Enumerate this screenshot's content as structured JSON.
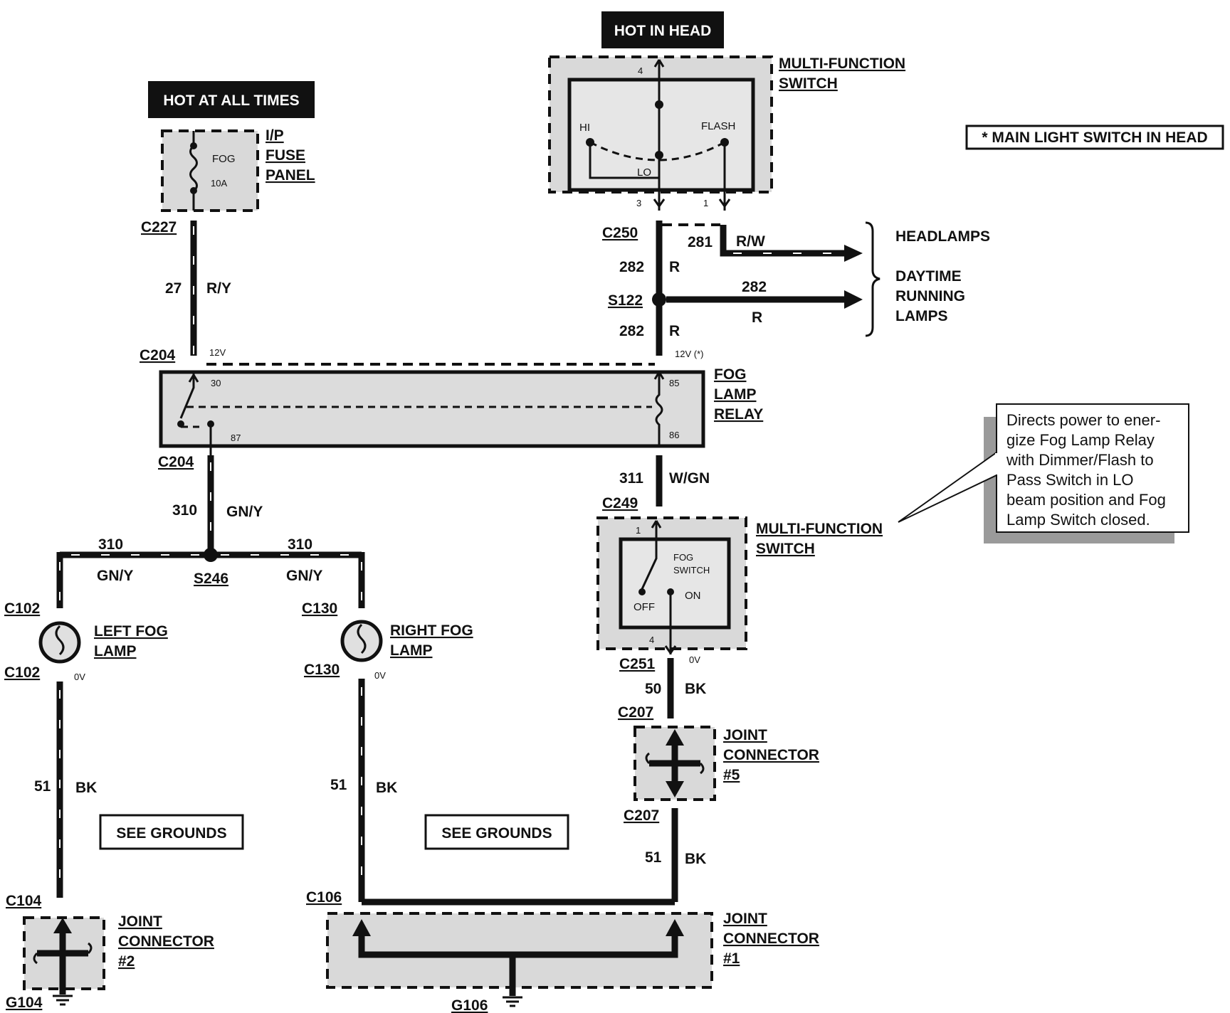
{
  "sources": {
    "hot_at_all_times": "HOT AT ALL TIMES",
    "hot_in_head": "HOT IN HEAD"
  },
  "legend": {
    "main_light_switch": "* MAIN LIGHT SWITCH IN HEAD"
  },
  "components": {
    "fuse_panel": [
      "I/P",
      "FUSE",
      "PANEL"
    ],
    "fuse_name": "FOG",
    "fuse_rating": "10A",
    "mfs_top": [
      "MULTI-FUNCTION",
      "SWITCH"
    ],
    "mfs_top_hi": "HI",
    "mfs_top_lo": "LO",
    "mfs_top_flash": "FLASH",
    "mfs_top_pins": [
      "4",
      "3",
      "1"
    ],
    "relay": [
      "FOG",
      "LAMP",
      "RELAY"
    ],
    "relay_pins": [
      "30",
      "87",
      "85",
      "86"
    ],
    "mfs_bottom": [
      "MULTI-FUNCTION",
      "SWITCH"
    ],
    "fog_switch": [
      "FOG",
      "SWITCH"
    ],
    "fog_switch_off": "OFF",
    "fog_switch_on": "ON",
    "fog_switch_pins": [
      "1",
      "4"
    ],
    "left_fog_lamp": [
      "LEFT FOG",
      "LAMP"
    ],
    "right_fog_lamp": [
      "RIGHT FOG",
      "LAMP"
    ],
    "joint_connector_5": [
      "JOINT",
      "CONNECTOR",
      "#5"
    ],
    "joint_connector_2": [
      "JOINT",
      "CONNECTOR",
      "#2"
    ],
    "joint_connector_1": [
      "JOINT",
      "CONNECTOR",
      "#1"
    ],
    "see_grounds": "SEE GROUNDS"
  },
  "loads": {
    "headlamps": "HEADLAMPS",
    "drl": [
      "DAYTIME",
      "RUNNING",
      "LAMPS"
    ]
  },
  "connectors": {
    "c227": "C227",
    "c250": "C250",
    "c204": "C204",
    "s122": "S122",
    "c249": "C249",
    "s246": "S246",
    "c102": "C102",
    "c130": "C130",
    "c251": "C251",
    "c207": "C207",
    "c104": "C104",
    "c106": "C106",
    "g104": "G104",
    "g106": "G106"
  },
  "circuits": {
    "c27": "27",
    "ry": "R/Y",
    "c281": "281",
    "rw": "R/W",
    "c282": "282",
    "r": "R",
    "c310": "310",
    "gny": "GN/Y",
    "c311": "311",
    "wgn": "W/GN",
    "c50": "50",
    "c51": "51",
    "bk": "BK"
  },
  "voltages": {
    "v12": "12V",
    "v12star": "12V (*)",
    "v0": "0V"
  },
  "callout": [
    "Directs power to ener-",
    "gize Fog Lamp Relay",
    "with Dimmer/Flash to",
    "Pass Switch in LO",
    "beam position and Fog",
    "Lamp Switch closed."
  ]
}
